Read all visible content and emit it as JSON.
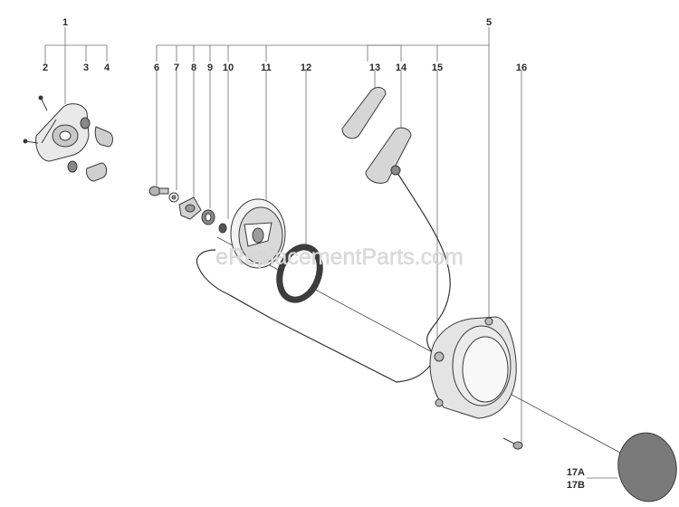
{
  "watermark": "eReplacementParts.com",
  "callouts": {
    "c1": "1",
    "c2": "2",
    "c3": "3",
    "c4": "4",
    "c5": "5",
    "c6": "6",
    "c7": "7",
    "c8": "8",
    "c9": "9",
    "c10": "10",
    "c11": "11",
    "c12": "12",
    "c13": "13",
    "c14": "14",
    "c15": "15",
    "c16": "16",
    "c17a": "17A",
    "c17b": "17B"
  }
}
